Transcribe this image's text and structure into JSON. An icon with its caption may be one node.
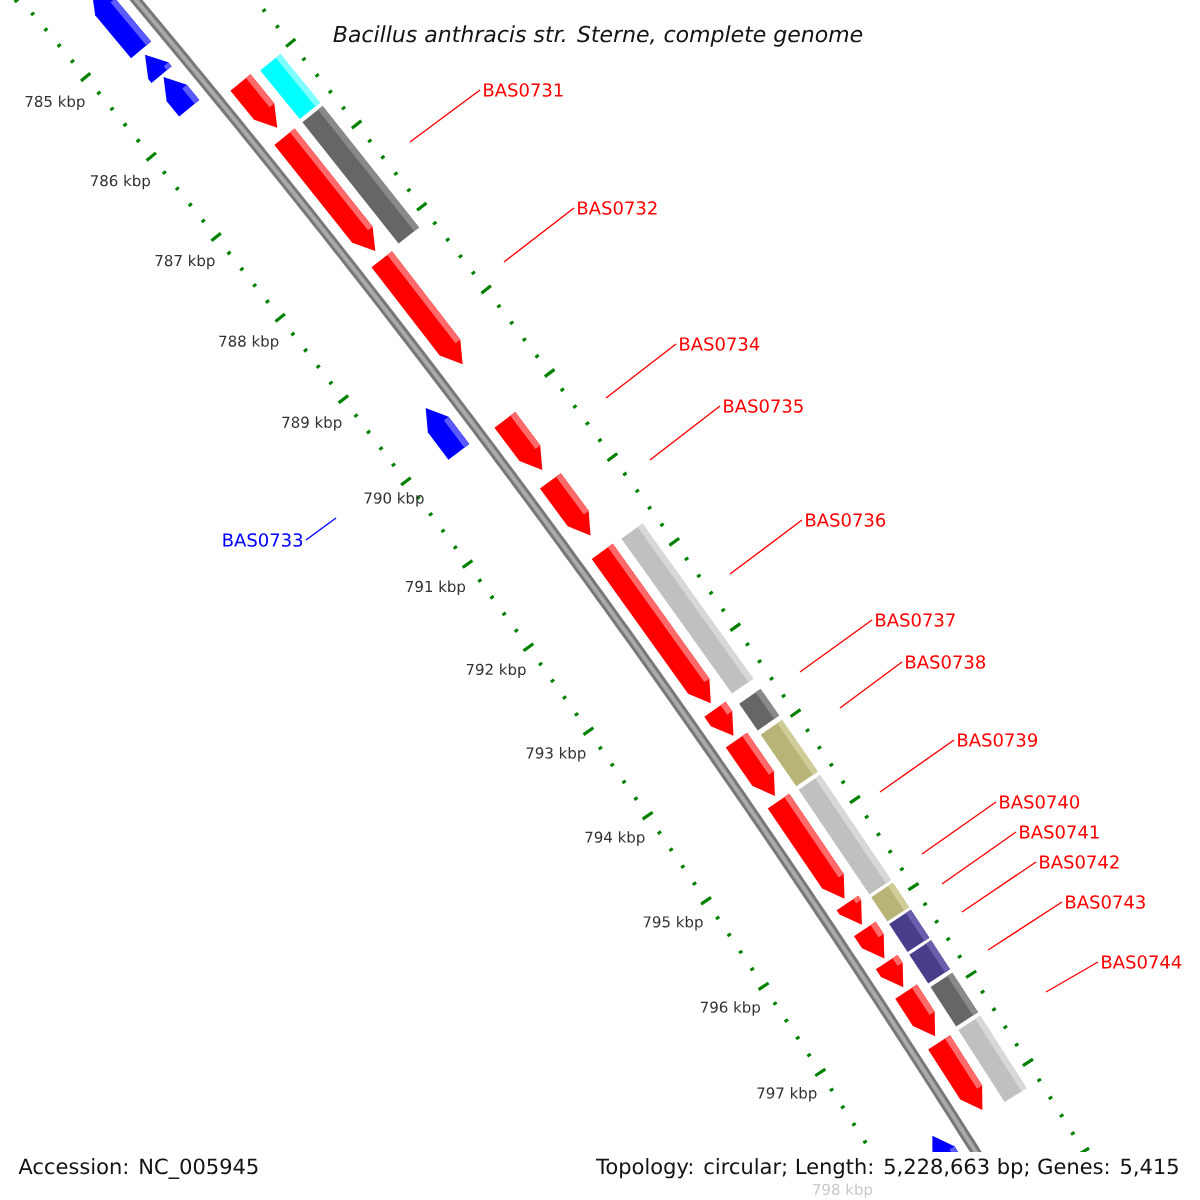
{
  "diagram": {
    "title": "Bacillus anthracis str. Sterne, complete genome",
    "nodes": [
      {
        "text": [
          "BAS0731"
        ]
      },
      {
        "text": [
          "BAS0732"
        ]
      },
      {
        "text": [
          "BAS0734"
        ]
      },
      {
        "text": [
          "BAS0735"
        ]
      },
      {
        "text": [
          "BAS0736"
        ]
      },
      {
        "text": [
          "BAS0733"
        ]
      },
      {
        "text": [
          "BAS0737"
        ]
      },
      {
        "text": [
          "BAS0738"
        ]
      },
      {
        "text": [
          "BAS0739"
        ]
      },
      {
        "text": [
          "BAS0740"
        ]
      },
      {
        "text": [
          "BAS0741"
        ]
      },
      {
        "text": [
          "BAS0742"
        ]
      },
      {
        "text": [
          "BAS0743"
        ]
      },
      {
        "text": [
          "BAS0744"
        ]
      }
    ],
    "edges": [
      {
        "from": 0,
        "to": null,
        "arrow": "none"
      },
      {
        "from": 1,
        "to": null,
        "arrow": "none"
      },
      {
        "from": 2,
        "to": null,
        "arrow": "none"
      },
      {
        "from": 3,
        "to": null,
        "arrow": "none"
      },
      {
        "from": 4,
        "to": null,
        "arrow": "none"
      },
      {
        "from": 5,
        "to": null,
        "arrow": "none",
        "color": "#0000ff"
      },
      {
        "from": 6,
        "to": null,
        "arrow": "none"
      },
      {
        "from": 7,
        "to": null,
        "arrow": "none"
      },
      {
        "from": 8,
        "to": null,
        "arrow": "none"
      },
      {
        "from": 9,
        "to": null,
        "arrow": "none"
      },
      {
        "from": 10,
        "to": null,
        "arrow": "none"
      },
      {
        "from": 11,
        "to": null,
        "arrow": "none"
      },
      {
        "from": 12,
        "to": null,
        "arrow": "none"
      },
      {
        "from": 13,
        "to": null,
        "arrow": "none"
      }
    ],
    "labels": [
      "785 kbp",
      "786 kbp",
      "787 kbp",
      "788 kbp",
      "789 kbp",
      "790 kbp",
      "791 kbp",
      "792 kbp",
      "793 kbp",
      "794 kbp",
      "795 kbp",
      "796 kbp",
      "797 kbp",
      "798 kbp",
      "Accession: NC_005945",
      "Topology: circular; Length: 5,228,663 bp; Genes: 5,415"
    ]
  }
}
